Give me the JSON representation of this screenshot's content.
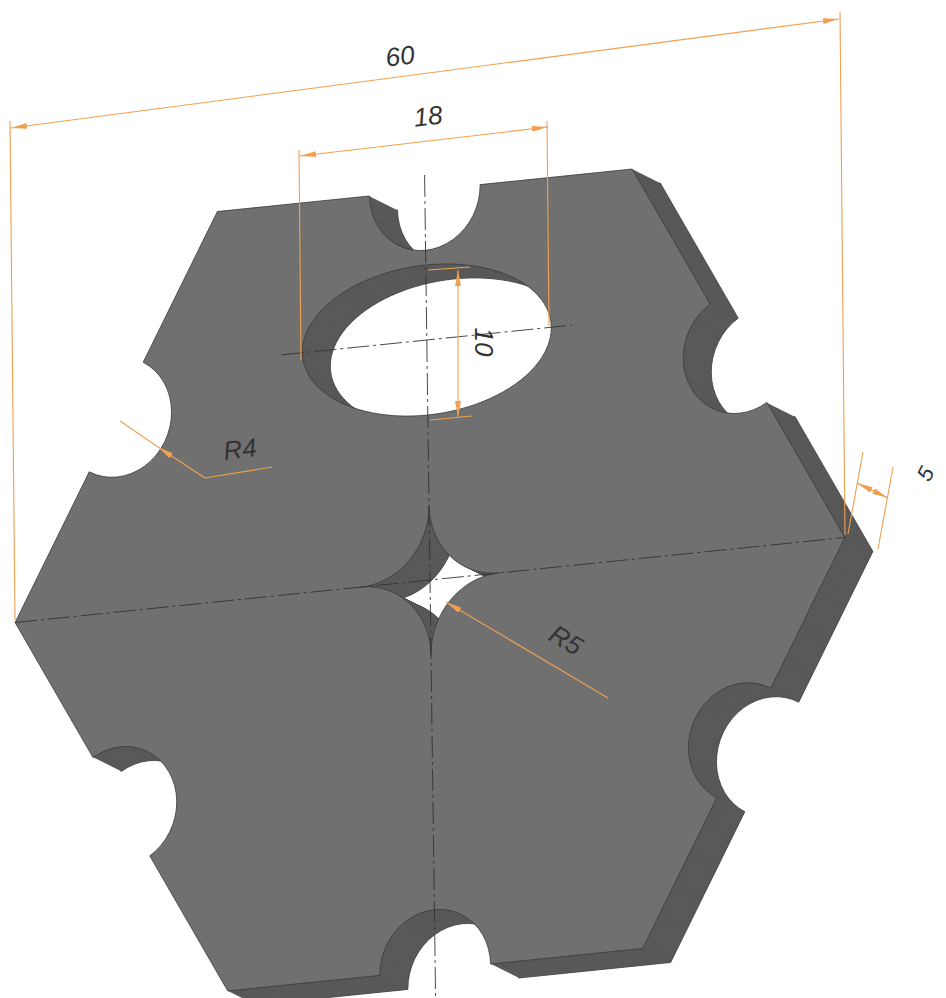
{
  "diagram": {
    "labels": [
      "60",
      "18",
      "10",
      "R4",
      "R5",
      "5"
    ]
  }
}
